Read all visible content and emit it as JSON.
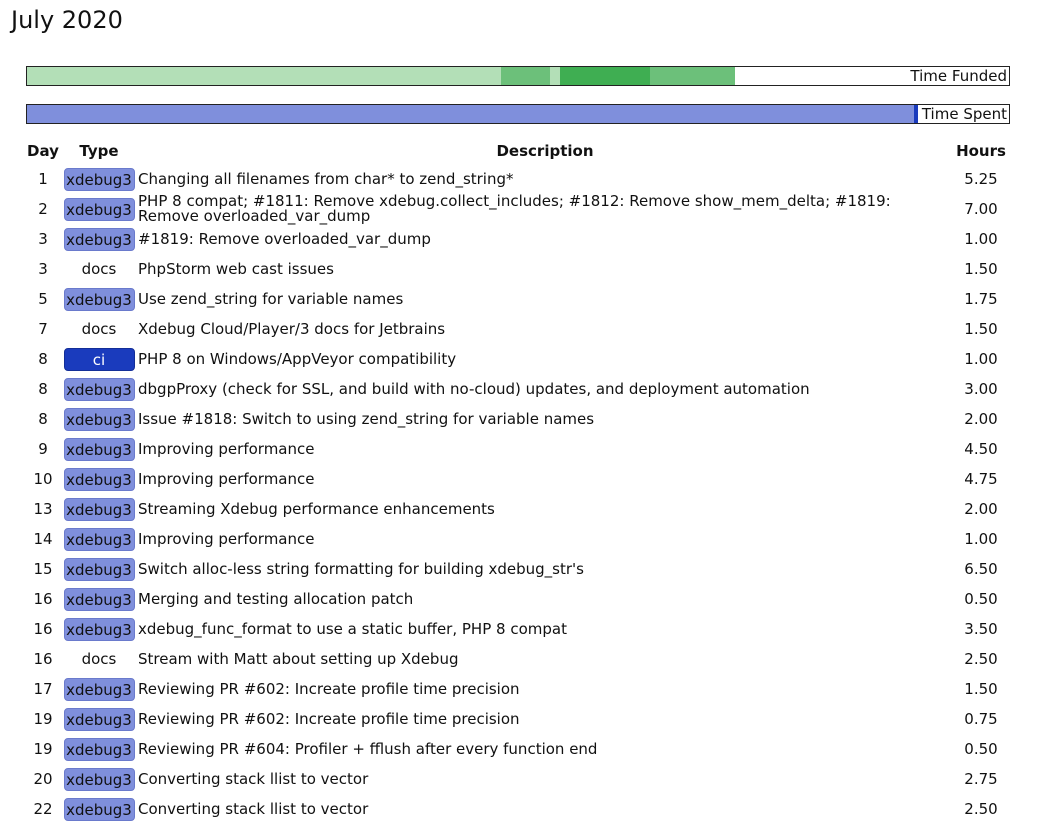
{
  "page": {
    "title": "July 2020"
  },
  "funded_bar": {
    "label": "Time Funded",
    "segments": [
      {
        "fraction": 0.483,
        "color": "#b3dfb7"
      },
      {
        "fraction": 0.05,
        "color": "#6cc07a"
      },
      {
        "fraction": 0.01,
        "color": "#b3dfb7"
      },
      {
        "fraction": 0.091,
        "color": "#3fae52"
      },
      {
        "fraction": 0.087,
        "color": "#6cc07a"
      }
    ]
  },
  "spent_bar": {
    "label": "Time Spent",
    "segments": [
      {
        "fraction": 0.903,
        "color": "#7f8fdc"
      },
      {
        "fraction": 0.01,
        "color": "#1a3bbd"
      }
    ]
  },
  "table": {
    "headers": {
      "day": "Day",
      "type": "Type",
      "description": "Description",
      "hours": "Hours"
    },
    "rows": [
      {
        "day": "1",
        "type": "xdebug3",
        "description": "Changing all filenames from char* to zend_string*",
        "hours": "5.25"
      },
      {
        "day": "2",
        "type": "xdebug3",
        "description": "PHP 8 compat; #1811: Remove xdebug.collect_includes; #1812: Remove show_mem_delta; #1819: Remove overloaded_var_dump",
        "hours": "7.00",
        "tall": true
      },
      {
        "day": "3",
        "type": "xdebug3",
        "description": "#1819: Remove overloaded_var_dump",
        "hours": "1.00"
      },
      {
        "day": "3",
        "type": "docs",
        "description": "PhpStorm web cast issues",
        "hours": "1.50"
      },
      {
        "day": "5",
        "type": "xdebug3",
        "description": "Use zend_string for variable names",
        "hours": "1.75"
      },
      {
        "day": "7",
        "type": "docs",
        "description": "Xdebug Cloud/Player/3 docs for Jetbrains",
        "hours": "1.50"
      },
      {
        "day": "8",
        "type": "ci",
        "description": "PHP 8 on Windows/AppVeyor compatibility",
        "hours": "1.00"
      },
      {
        "day": "8",
        "type": "xdebug3",
        "description": "dbgpProxy (check for SSL, and build with no-cloud) updates, and deployment automation",
        "hours": "3.00"
      },
      {
        "day": "8",
        "type": "xdebug3",
        "description": "Issue #1818: Switch to using zend_string for variable names",
        "hours": "2.00"
      },
      {
        "day": "9",
        "type": "xdebug3",
        "description": "Improving performance",
        "hours": "4.50"
      },
      {
        "day": "10",
        "type": "xdebug3",
        "description": "Improving performance",
        "hours": "4.75"
      },
      {
        "day": "13",
        "type": "xdebug3",
        "description": "Streaming Xdebug performance enhancements",
        "hours": "2.00"
      },
      {
        "day": "14",
        "type": "xdebug3",
        "description": "Improving performance",
        "hours": "1.00"
      },
      {
        "day": "15",
        "type": "xdebug3",
        "description": "Switch alloc-less string formatting for building xdebug_str's",
        "hours": "6.50"
      },
      {
        "day": "16",
        "type": "xdebug3",
        "description": "Merging and testing allocation patch",
        "hours": "0.50"
      },
      {
        "day": "16",
        "type": "xdebug3",
        "description": "xdebug_func_format to use a static buffer, PHP 8 compat",
        "hours": "3.50"
      },
      {
        "day": "16",
        "type": "docs",
        "description": "Stream with Matt about setting up Xdebug",
        "hours": "2.50"
      },
      {
        "day": "17",
        "type": "xdebug3",
        "description": "Reviewing PR #602: Increate profile time precision",
        "hours": "1.50"
      },
      {
        "day": "19",
        "type": "xdebug3",
        "description": "Reviewing PR #602: Increate profile time precision",
        "hours": "0.75"
      },
      {
        "day": "19",
        "type": "xdebug3",
        "description": "Reviewing PR #604: Profiler + fflush after every function end",
        "hours": "0.50"
      },
      {
        "day": "20",
        "type": "xdebug3",
        "description": "Converting stack llist to vector",
        "hours": "2.75"
      },
      {
        "day": "22",
        "type": "xdebug3",
        "description": "Converting stack llist to vector",
        "hours": "2.50"
      }
    ]
  }
}
